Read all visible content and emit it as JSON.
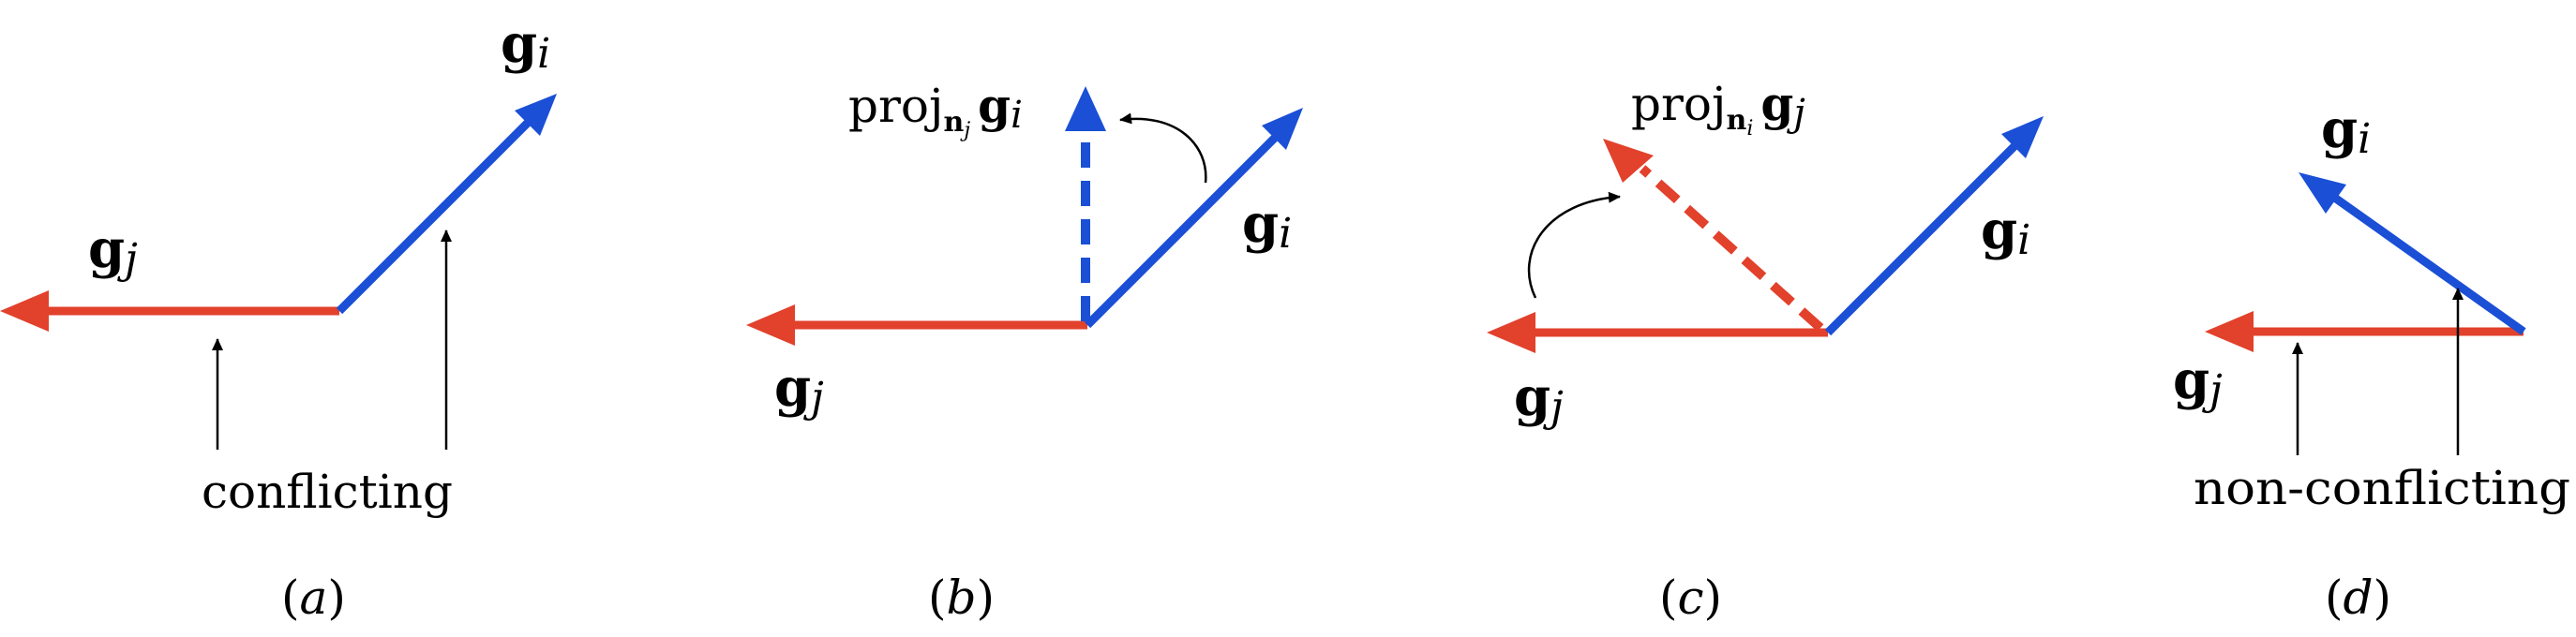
{
  "colors": {
    "red": "#e2412c",
    "blue": "#1a4fd6",
    "black": "#000000"
  },
  "symbols": {
    "g_bold": "g",
    "i": "i",
    "j": "j",
    "proj": "proj",
    "n_bold": "n"
  },
  "panels": {
    "a": {
      "caption_open": "(",
      "caption_letter": "a",
      "caption_close": ")",
      "annotation": "conflicting"
    },
    "b": {
      "caption_open": "(",
      "caption_letter": "b",
      "caption_close": ")"
    },
    "c": {
      "caption_open": "(",
      "caption_letter": "c",
      "caption_close": ")"
    },
    "d": {
      "caption_open": "(",
      "caption_letter": "d",
      "caption_close": ")",
      "annotation": "non-conflicting"
    }
  }
}
